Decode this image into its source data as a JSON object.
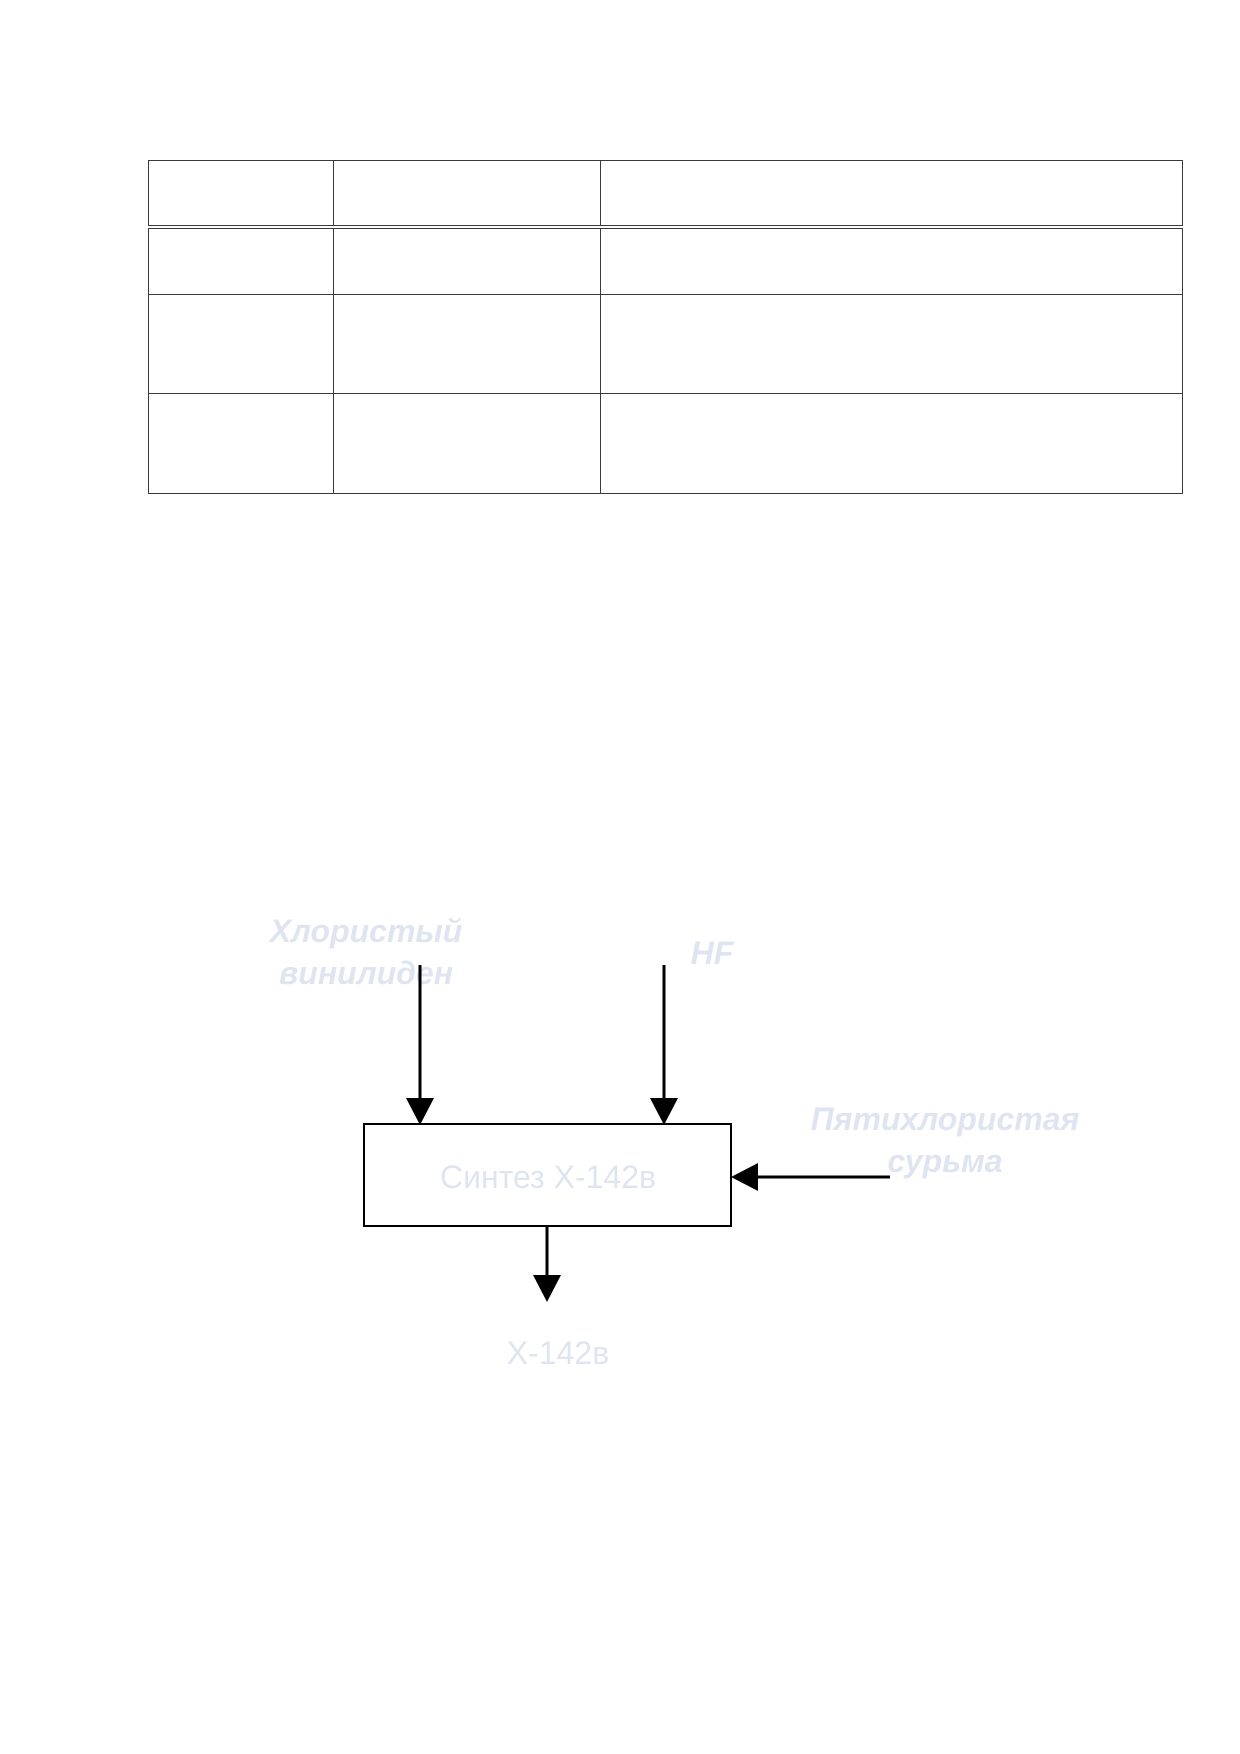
{
  "table": {
    "rows": [
      [
        "",
        "",
        ""
      ],
      [
        "",
        "",
        ""
      ],
      [
        "",
        "",
        ""
      ],
      [
        "",
        "",
        ""
      ]
    ]
  },
  "diagram": {
    "inputs": {
      "vinylidene_chloride": {
        "line1": "Хлористый",
        "line2": "винилиден"
      },
      "hf": {
        "label": "HF"
      },
      "antimony_pentachloride": {
        "line1": "Пятихлористая",
        "line2": "сурьма"
      }
    },
    "process": {
      "label": "Синтез Х-142в"
    },
    "output": {
      "label": "Х-142в"
    }
  }
}
